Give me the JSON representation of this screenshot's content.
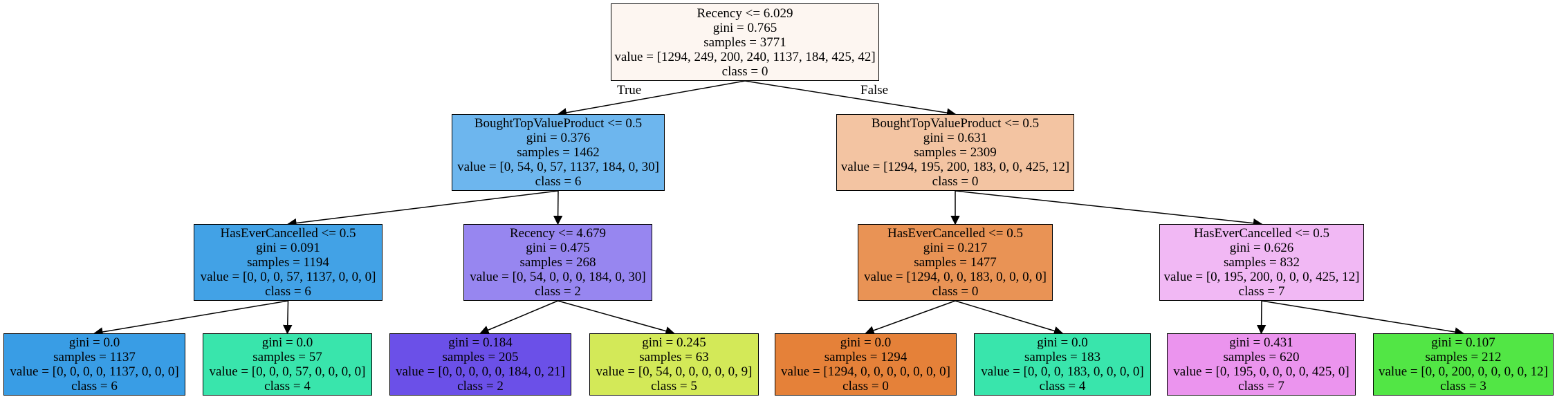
{
  "tree": {
    "nodes": [
      {
        "id": "n0",
        "lines": [
          "Recency <= 6.029",
          "gini = 0.765",
          "samples = 3771",
          "value = [1294, 249, 200, 240, 1137, 184, 425, 42]",
          "class = 0"
        ],
        "color": "#fdf6f1"
      },
      {
        "id": "n1",
        "lines": [
          "BoughtTopValueProduct <= 0.5",
          "gini = 0.376",
          "samples = 1462",
          "value = [0, 54, 0, 57, 1137, 184, 0, 30]",
          "class = 6"
        ],
        "color": "#6db6ee"
      },
      {
        "id": "n2",
        "lines": [
          "HasEverCancelled <= 0.5",
          "gini = 0.091",
          "samples = 1194",
          "value = [0, 0, 0, 57, 1137, 0, 0, 0]",
          "class = 6"
        ],
        "color": "#42a2e6"
      },
      {
        "id": "n3",
        "lines": [
          "gini = 0.0",
          "samples = 1137",
          "value = [0, 0, 0, 0, 1137, 0, 0, 0]",
          "class = 6"
        ],
        "color": "#399de5"
      },
      {
        "id": "n4",
        "lines": [
          "gini = 0.0",
          "samples = 57",
          "value = [0, 0, 0, 57, 0, 0, 0, 0]",
          "class = 4"
        ],
        "color": "#39e5ac"
      },
      {
        "id": "n5",
        "lines": [
          "Recency <= 4.679",
          "gini = 0.475",
          "samples = 268",
          "value = [0, 54, 0, 0, 0, 184, 0, 30]",
          "class = 2"
        ],
        "color": "#9786f0"
      },
      {
        "id": "n6",
        "lines": [
          "gini = 0.184",
          "samples = 205",
          "value = [0, 0, 0, 0, 0, 184, 0, 21]",
          "class = 2"
        ],
        "color": "#6b50e8"
      },
      {
        "id": "n7",
        "lines": [
          "gini = 0.245",
          "samples = 63",
          "value = [0, 54, 0, 0, 0, 0, 0, 9]",
          "class = 5"
        ],
        "color": "#d3e958"
      },
      {
        "id": "n8",
        "lines": [
          "BoughtTopValueProduct <= 0.5",
          "gini = 0.631",
          "samples = 2309",
          "value = [1294, 195, 200, 183, 0, 0, 425, 12]",
          "class = 0"
        ],
        "color": "#f3c4a2"
      },
      {
        "id": "n9",
        "lines": [
          "HasEverCancelled <= 0.5",
          "gini = 0.217",
          "samples = 1477",
          "value = [1294, 0, 0, 183, 0, 0, 0, 0]",
          "class = 0"
        ],
        "color": "#e99355"
      },
      {
        "id": "n10",
        "lines": [
          "gini = 0.0",
          "samples = 1294",
          "value = [1294, 0, 0, 0, 0, 0, 0, 0]",
          "class = 0"
        ],
        "color": "#e58139"
      },
      {
        "id": "n11",
        "lines": [
          "gini = 0.0",
          "samples = 183",
          "value = [0, 0, 0, 183, 0, 0, 0, 0]",
          "class = 4"
        ],
        "color": "#39e5ac"
      },
      {
        "id": "n12",
        "lines": [
          "HasEverCancelled <= 0.5",
          "gini = 0.626",
          "samples = 832",
          "value = [0, 195, 200, 0, 0, 0, 425, 12]",
          "class = 7"
        ],
        "color": "#f1b8f4"
      },
      {
        "id": "n13",
        "lines": [
          "gini = 0.431",
          "samples = 620",
          "value = [0, 195, 0, 0, 0, 0, 425, 0]",
          "class = 7"
        ],
        "color": "#eb94ee"
      },
      {
        "id": "n14",
        "lines": [
          "gini = 0.107",
          "samples = 212",
          "value = [0, 0, 200, 0, 0, 0, 0, 12]",
          "class = 3"
        ],
        "color": "#52e645"
      }
    ],
    "edges": [
      {
        "from": "n0",
        "to": "n1"
      },
      {
        "from": "n0",
        "to": "n8"
      },
      {
        "from": "n1",
        "to": "n2"
      },
      {
        "from": "n1",
        "to": "n5"
      },
      {
        "from": "n2",
        "to": "n3"
      },
      {
        "from": "n2",
        "to": "n4"
      },
      {
        "from": "n5",
        "to": "n6"
      },
      {
        "from": "n5",
        "to": "n7"
      },
      {
        "from": "n8",
        "to": "n9"
      },
      {
        "from": "n8",
        "to": "n12"
      },
      {
        "from": "n9",
        "to": "n10"
      },
      {
        "from": "n9",
        "to": "n11"
      },
      {
        "from": "n12",
        "to": "n13"
      },
      {
        "from": "n12",
        "to": "n14"
      }
    ],
    "edge_labels": {
      "true_label": "True",
      "false_label": "False"
    }
  }
}
